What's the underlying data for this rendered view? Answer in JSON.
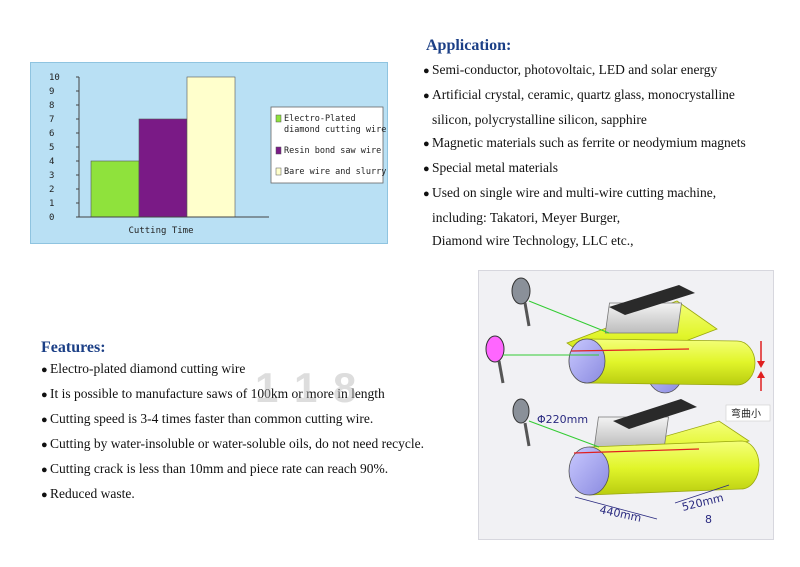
{
  "chart_data": {
    "type": "bar",
    "categories": [
      "Electro-Plated diamond cutting wire",
      "Resin bond saw wire",
      "Bare wire and slurry"
    ],
    "values": [
      4,
      7,
      10
    ],
    "colors": [
      "#8fe23c",
      "#7a1a86",
      "#ffffcc"
    ],
    "ylim": [
      0,
      10
    ],
    "yticks": [
      "0",
      "1",
      "2",
      "3",
      "4",
      "5",
      "6",
      "7",
      "8",
      "9",
      "10"
    ],
    "xlabel": "Cutting Time",
    "legend": [
      {
        "lines": [
          "Electro-Plated",
          "diamond cutting wire"
        ],
        "color": "#8fe23c"
      },
      {
        "lines": [
          "Resin bond saw wire"
        ],
        "color": "#7a1a86"
      },
      {
        "lines": [
          "Bare wire and slurry"
        ],
        "color": "#ffffcc"
      }
    ],
    "legend_position": "right"
  },
  "application": {
    "title": "Application:",
    "items": [
      {
        "bullet": true,
        "text": "Semi-conductor, photovoltaic, LED and solar energy"
      },
      {
        "bullet": true,
        "text": "Artificial crystal, ceramic, quartz glass, monocrystalline"
      },
      {
        "bullet": false,
        "text": "silicon, polycrystalline silicon, sapphire"
      },
      {
        "bullet": true,
        "text": "Magnetic materials such as ferrite or neodymium magnets"
      },
      {
        "bullet": true,
        "text": "Special metal materials"
      },
      {
        "bullet": true,
        "text": "Used on single wire and multi-wire cutting machine,"
      },
      {
        "bullet": false,
        "text": "including: Takatori, Meyer Burger,"
      },
      {
        "bullet": false,
        "text": "Diamond wire Technology, LLC etc.,"
      }
    ]
  },
  "features": {
    "title": "Features:",
    "items": [
      "Electro-plated diamond cutting wire",
      "It is possible to manufacture saws of 100km or more in length",
      "Cutting speed is 3-4 times faster than common cutting wire.",
      "Cutting by water-insoluble or water-soluble oils, do not need recycle.",
      "Cutting crack is less than 10mm and piece rate can reach 90%.",
      "Reduced waste."
    ]
  },
  "illustration": {
    "diameter_label": "Φ220mm",
    "bend_label": "弯曲小",
    "width_label_1": "440mm",
    "width_label_2": "520mm",
    "width_label_3": "8"
  },
  "watermark": "1 1 8"
}
